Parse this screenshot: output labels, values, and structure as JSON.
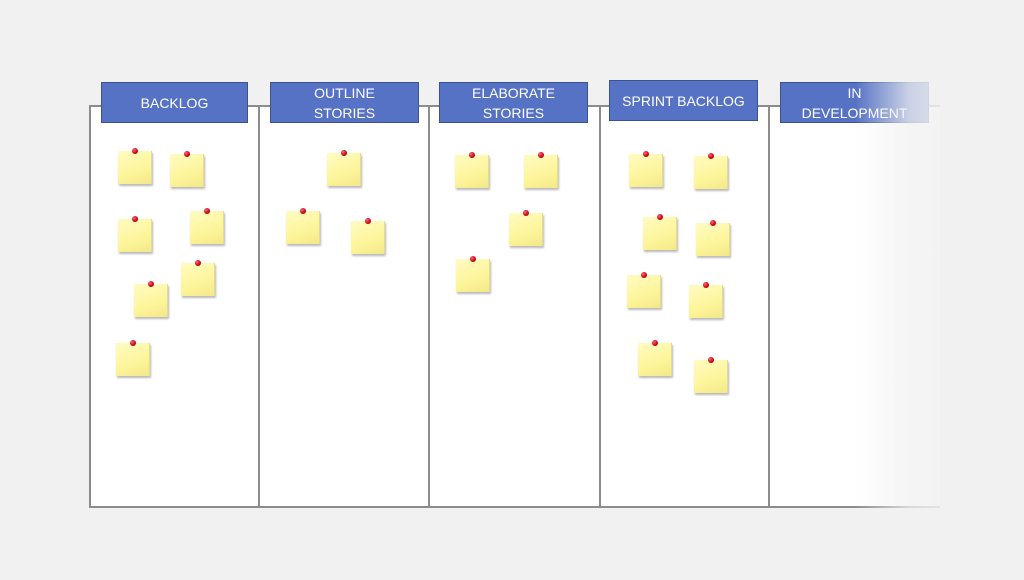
{
  "columns": [
    {
      "title": "BACKLOG",
      "notes": 7
    },
    {
      "title": "OUTLINE\nSTORIES",
      "notes": 3
    },
    {
      "title": "ELABORATE\nSTORIES",
      "notes": 4
    },
    {
      "title": "SPRINT BACKLOG",
      "notes": 8
    },
    {
      "title": "IN\nDEVELOPMENT",
      "notes": 0
    }
  ],
  "colors": {
    "header": "#5672c4",
    "note": "#fdf59a",
    "pin": "#d0021b",
    "background": "#f1f1f1"
  }
}
